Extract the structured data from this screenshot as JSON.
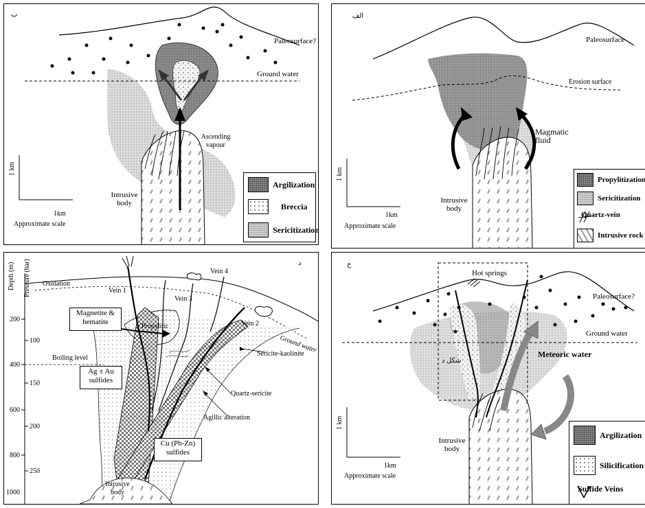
{
  "panels": {
    "b": {
      "tag": "ب",
      "paleosurface": "Paleosurface?",
      "groundwater": "Ground water",
      "ascending": "Ascending vapour",
      "intrusive": "Intrusive body",
      "scale_v": "1 km",
      "scale_h": "1km",
      "scale_caption": "Approximate scale",
      "legend": [
        "Argilization",
        "Breccia",
        "Sericitization"
      ]
    },
    "a": {
      "tag": "الف",
      "paleosurface": "Paleosurface",
      "erosion": "Erosion surface",
      "magmatic": "Magmatic fluid",
      "intrusive": "Intrusive body",
      "scale_v": "1 km",
      "scale_h": "1km",
      "scale_caption": "Approximate scale",
      "legend": [
        "Propylitization",
        "Sericitization",
        "Quartz-vein",
        "Intrusive rock"
      ]
    },
    "d": {
      "tag": "د",
      "depth_label": "Depth (m)",
      "pressure_label": "Pressure (bar)",
      "depth_ticks": [
        "200",
        "400",
        "600",
        "800",
        "1000"
      ],
      "pressure_ticks": [
        "100",
        "150",
        "200",
        "250"
      ],
      "oxidation": "Oxidation",
      "boiling": "Boiling level",
      "vein1": "Vein 1",
      "vein2": "Vein 2",
      "vein3": "Vein 3",
      "vein4": "Vein 4",
      "magnetite": "Magnetite & hematite",
      "propylitic": "Propylitic",
      "groundwater": "Ground water",
      "sericite_kaolinite": "Sericite-kaolinite",
      "quartz_sericite": "Quartz-sericite",
      "agillic": "Agillic alteration",
      "ag_au": "Ag ± Au sulfides",
      "cu": "Cu (Pb-Zn) sulfides",
      "intrusive": "Intrusive body"
    },
    "c": {
      "tag": "ج",
      "hotsprings": "Hot springs",
      "paleosurface": "Paleosurface?",
      "groundwater": "Ground water",
      "meteoric": "Meteoric water",
      "shekl": "شکل د",
      "intrusive": "Intrusive body",
      "scale_v": "1 km",
      "scale_h": "1km",
      "scale_caption": "Approximate scale",
      "legend": [
        "Argilization",
        "Silicification",
        "Sulfide Veins"
      ]
    }
  }
}
